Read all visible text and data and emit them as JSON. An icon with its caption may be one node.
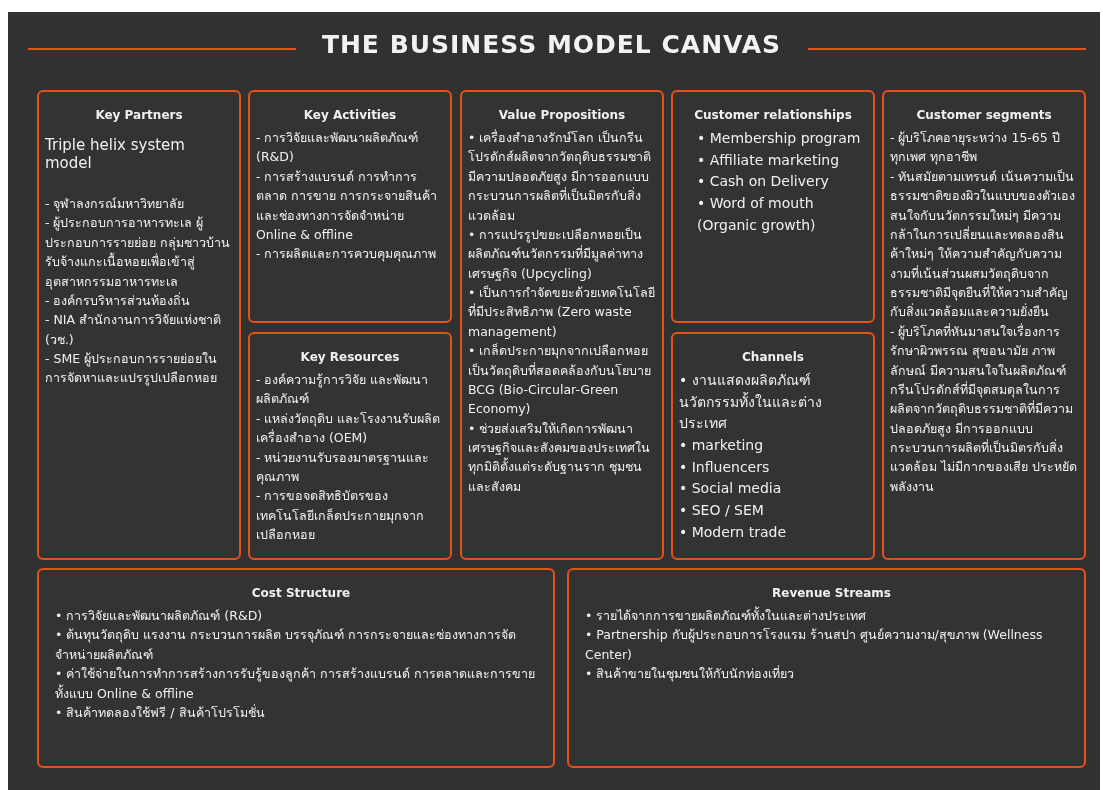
{
  "diagram": {
    "title": "THE BUSINESS MODEL CANVAS",
    "nodes": [
      {
        "text": [
          "Key Partners",
          "Triple helix system model",
          "- จุฬาลงกรณ์มหาวิทยาลัย",
          "- ผู้ประกอบการอาหารทะเล ผู้ประกอบการรายย่อย กลุ่มชาวบ้านรับจ้างแกะเนื้อหอยเพื่อเข้าสู่อุตสาหกรรมอาหารทะเล",
          "- องค์กรบริหารส่วนท้องถิ่น",
          "- NIA สำนักงานการวิจัยแห่งชาติ (วช.)",
          "- SME ผู้ประกอบการรายย่อยในการจัดหาและแปรรูปเปลือกหอย"
        ]
      },
      {
        "text": [
          "Key Activities",
          "- การวิจัยและพัฒนาผลิตภัณฑ์ (R&D)",
          "- การสร้างแบรนด์ การทำการตลาด การขาย การกระจายสินค้า และช่องทางการจัดจำหน่าย Online & offline",
          "- การผลิตและการควบคุมคุณภาพ"
        ]
      },
      {
        "text": [
          "Key Resources",
          "- องค์ความรู้การวิจัย และพัฒนาผลิตภัณฑ์",
          "- แหล่งวัตถุดิบ และโรงงานรับผลิตเครื่องสำอาง (OEM)",
          "- หน่วยงานรับรองมาตรฐานและคุณภาพ",
          "- การขอจดสิทธิบัตรของเทคโนโลยีเกล็ดประกายมุกจากเปลือกหอย"
        ]
      },
      {
        "text": [
          "Value Propositions",
          "• เครื่องสำอางรักษ์โลก เป็นกรีนโปรดักส์ผลิตจากวัตถุดิบธรรมชาติมีความปลอดภัยสูง มีการออกแบบกระบวนการผลิตที่เป็นมิตรกับสิ่งแวดล้อม",
          "• การแปรรูปขยะเปลือกหอยเป็นผลิตภัณฑ์นวัตกรรมที่มีมูลค่าทางเศรษฐกิจ (Upcycling)",
          "• เป็นการกำจัดขยะด้วยเทคโนโลยีที่มีประสิทธิภาพ (Zero waste management)",
          "• เกล็ดประกายมุกจากเปลือกหอยเป็นวัตถุดิบที่สอดคล้องกับนโยบาย BCG (Bio-Circular-Green Economy)",
          "• ช่วยส่งเสริมให้เกิดการพัฒนาเศรษฐกิจและสังคมของประเทศในทุกมิติตั้งแต่ระดับฐานราก ชุมชน และสังคม"
        ]
      },
      {
        "text": [
          "Customer relationships",
          "• Membership program",
          "• Affiliate marketing",
          "• Cash on Delivery",
          "• Word of mouth (Organic growth)"
        ]
      },
      {
        "text": [
          "Channels",
          "• งานแสดงผลิตภัณฑ์นวัตกรรมทั้งในและต่างประเทศ",
          "• marketing",
          "• Influencers",
          "• Social media",
          "• SEO / SEM",
          "• Modern trade"
        ]
      },
      {
        "text": [
          "Customer segments",
          "- ผู้บริโภคอายุระหว่าง 15-65 ปี ทุกเพศ ทุกอาชีพ",
          "- ทันสมัยตามเทรนด์ เน้นความเป็นธรรมชาติของผิวในแบบของตัวเอง สนใจกับนวัตกรรมใหม่ๆ มีความกล้าในการเปลี่ยนและทดลองสินค้าใหม่ๆ ให้ความสำคัญกับความงามที่เน้นส่วนผสมวัตถุดิบจากธรรมชาติมีจุดยืนที่ให้ความสำคัญกับสิ่งแวดล้อมและความยั่งยืน",
          "- ผู้บริโภคที่หันมาสนใจเรื่องการรักษาผิวพรรณ สุขอนามัย ภาพลักษณ์ มีความสนใจในผลิตภัณฑ์กรีนโปรดักส์ที่มีจุดสมดุลในการผลิตจากวัตถุดิบธรรมชาติที่มีความปลอดภัยสูง มีการออกแบบกระบวนการผลิตที่เป็นมิตรกับสิ่งแวดล้อม ไม่มีกากของเสีย ประหยัดพลังงาน"
        ]
      },
      {
        "text": [
          "Cost Structure",
          "• การวิจัยและพัฒนาผลิตภัณฑ์ (R&D)",
          "• ต้นทุนวัตถุดิบ แรงงาน กระบวนการผลิต บรรจุภัณฑ์ การกระจายและช่องทางการจัดจำหน่ายผลิตภัณฑ์",
          "• ค่าใช้จ่ายในการทำการสร้างการรับรู้ของลูกค้า การสร้างแบรนด์ การตลาดและการขายทั้งแบบ Online & offline",
          "• สินค้าทดลองใช้ฟรี / สินค้าโปรโมชั่น"
        ]
      },
      {
        "text": [
          "Revenue Streams",
          "• รายได้จากการขายผลิตภัณฑ์ทั้งในและต่างประเทศ",
          "• Partnership กับผู้ประกอบการโรงแรม ร้านสปา ศูนย์ความงาม/สุขภาพ (Wellness Center)",
          "• สินค้าขายในชุมชนให้กับนักท่องเที่ยว"
        ]
      }
    ],
    "edges": []
  }
}
